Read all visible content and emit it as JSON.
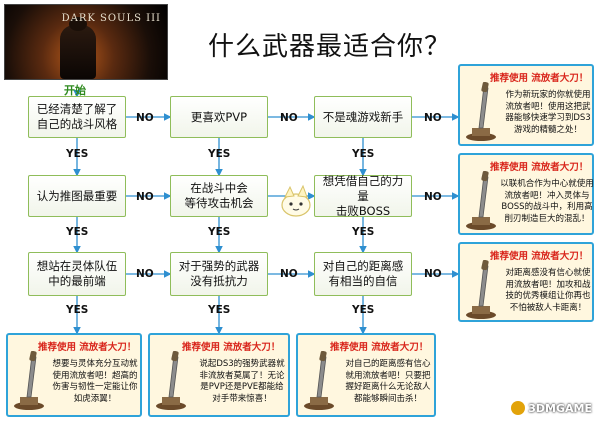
{
  "logo_text": "DARK SOULS III",
  "title": "什么武器最适合你？",
  "start_label": "开始",
  "yes_label": "YES",
  "no_label": "NO",
  "questions": [
    {
      "id": "q1",
      "text": "已经清楚了解了\n自己的战斗风格"
    },
    {
      "id": "q2",
      "text": "更喜欢PVP"
    },
    {
      "id": "q3",
      "text": "不是魂游戏新手"
    },
    {
      "id": "q4",
      "text": "认为推图最重要"
    },
    {
      "id": "q5",
      "text": "在战斗中会\n等待攻击机会"
    },
    {
      "id": "q6",
      "text": "想凭借自己的力量\n击败BOSS"
    },
    {
      "id": "q7",
      "text": "想站在灵体队伍\n中的最前端"
    },
    {
      "id": "q8",
      "text": "对于强势的武器\n没有抵抗力"
    },
    {
      "id": "q9",
      "text": "对自己的距离感\n有相当的自信"
    }
  ],
  "recommendations": [
    {
      "id": "r1",
      "head": "推荐使用 流放者大刀！",
      "body": "作为新玩家的你就使用\n流放者吧！使用这把武\n器能够快速学习到DS3\n游戏的精髓之处！"
    },
    {
      "id": "r2",
      "head": "推荐使用 流放者大刀！",
      "body": "以联机合作为中心就使用\n流放者吧！冲入灵体与\nBOSS的战斗中，利用高\n削刃制造巨大的混乱！"
    },
    {
      "id": "r3",
      "head": "推荐使用 流放者大刀！",
      "body": "对距离感没有信心就使\n用流放者吧！加攻和战\n技的优秀模组让你再也\n不怕被敌人卡距离！"
    },
    {
      "id": "r4",
      "head": "推荐使用 流放者大刀！",
      "body": "想要与灵体充分互动就\n使用流放者吧！超高的\n伤害与韧性一定能让你\n如虎添翼！"
    },
    {
      "id": "r5",
      "head": "推荐使用 流放者大刀！",
      "body": "说起DS3的强势武器就\n非流放者莫属了！无论\n是PVP还是PVE都能给\n对手带来惊喜！"
    },
    {
      "id": "r6",
      "head": "推荐使用 流放者大刀！",
      "body": "对自己的距离感有信心\n就用流放者吧！只要把\n握好距离什么无论敌人\n都能够瞬间击杀！"
    }
  ],
  "watermark": "3DMGAME",
  "colors": {
    "box_border": "#8fbd5a",
    "arrow": "#2e8fd0",
    "rec_border": "#2fa3d9",
    "head_red": "#d9261c",
    "start_green": "#2f8a1f"
  }
}
